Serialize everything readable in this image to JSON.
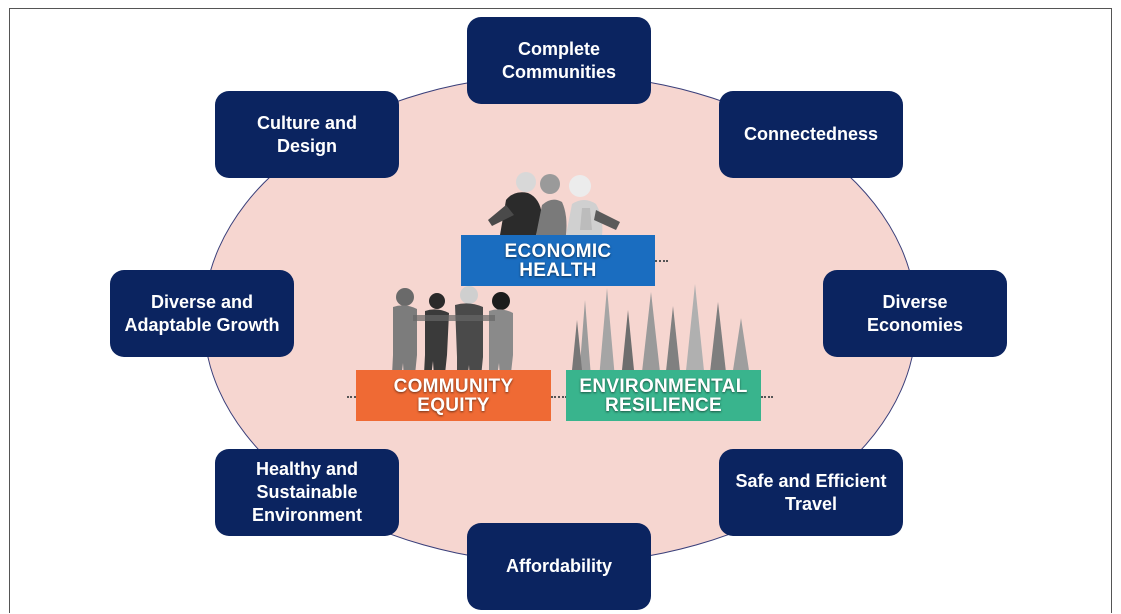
{
  "outcomes": [
    {
      "label": "Complete\nCommunities"
    },
    {
      "label": "Connectedness"
    },
    {
      "label": "Diverse\nEconomies"
    },
    {
      "label": "Safe and Efficient\nTravel"
    },
    {
      "label": "Affordability"
    },
    {
      "label": "Healthy and\nSustainable\nEnvironment"
    },
    {
      "label": "Diverse and\nAdaptable Growth"
    },
    {
      "label": "Culture and\nDesign"
    }
  ],
  "pillars": {
    "economic": {
      "label": "ECONOMIC\nHEALTH",
      "color": "#1a6dc0"
    },
    "community": {
      "label": "COMMUNITY\nEQUITY",
      "color": "#ef6a34"
    },
    "environmental": {
      "label": "ENVIRONMENTAL\nRESILIENCE",
      "color": "#39b48d"
    }
  },
  "colors": {
    "box": "#0b2460",
    "ellipse_fill": "#f6d6d0",
    "ellipse_stroke": "#3a3f7a"
  }
}
